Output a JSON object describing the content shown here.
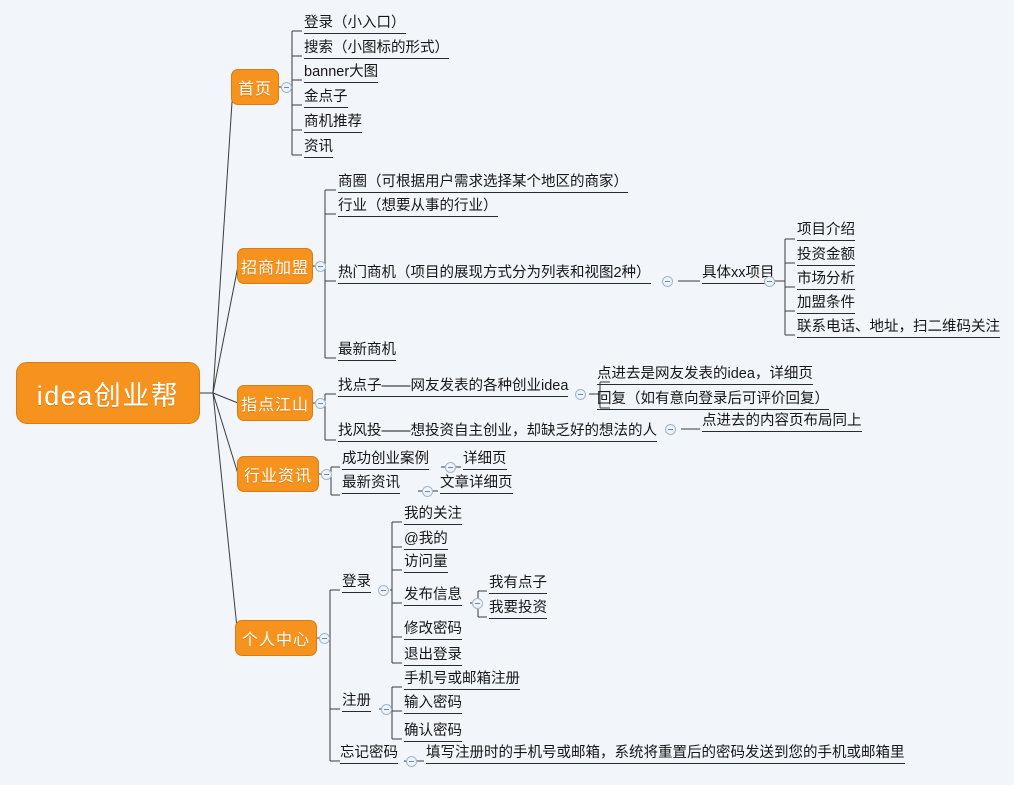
{
  "diagram": {
    "type": "mindmap",
    "title": "idea创业帮",
    "background_color": "#f2f5f9",
    "node_color": "#f5931e",
    "node_border_color": "#d97d12",
    "node_text_color": "#ffffff",
    "leaf_text_color": "#161616",
    "connector_color": "#3c3c3c",
    "toggle_color": "#9fb6cf"
  },
  "root": {
    "label": "idea创业帮"
  },
  "branches": {
    "b1": {
      "label": "首页"
    },
    "b2": {
      "label": "招商加盟"
    },
    "b3": {
      "label": "指点江山"
    },
    "b4": {
      "label": "行业资讯"
    },
    "b5": {
      "label": "个人中心"
    }
  },
  "home_items": [
    {
      "label": "登录（小入口）"
    },
    {
      "label": "搜索（小图标的形式）"
    },
    {
      "label": "banner大图"
    },
    {
      "label": "金点子"
    },
    {
      "label": "商机推荐"
    },
    {
      "label": "资讯"
    }
  ],
  "join_items": [
    {
      "label": "商圈（可根据用户需求选择某个地区的商家）"
    },
    {
      "label": "行业（想要从事的行业）"
    },
    {
      "label": "热门商机（项目的展现方式分为列表和视图2种）"
    },
    {
      "label": "最新商机"
    }
  ],
  "hot_project": {
    "label": "具体xx项目"
  },
  "project_details": [
    {
      "label": "项目介绍"
    },
    {
      "label": "投资金额"
    },
    {
      "label": "市场分析"
    },
    {
      "label": "加盟条件"
    },
    {
      "label": "联系电话、地址，扫二维码关注"
    }
  ],
  "advice_items": [
    {
      "label": "找点子——网友发表的各种创业idea"
    },
    {
      "label": "找风投——想投资自主创业，却缺乏好的想法的人"
    }
  ],
  "advice_sub_idea": [
    {
      "label": "点进去是网友发表的idea，详细页"
    },
    {
      "label": "回复（如有意向登录后可评价回复）"
    }
  ],
  "advice_sub_vc": {
    "label": "点进去的内容页布局同上"
  },
  "news_items": [
    {
      "label": "成功创业案例",
      "child": "详细页"
    },
    {
      "label": "最新资讯",
      "child": "文章详细页"
    }
  ],
  "user_center": {
    "login": {
      "label": "登录"
    },
    "register": {
      "label": "注册"
    },
    "forgot": {
      "label": "忘记密码",
      "detail": "填写注册时的手机号或邮箱，系统将重置后的密码发送到您的手机或邮箱里"
    }
  },
  "login_items": [
    {
      "label": "我的关注"
    },
    {
      "label": "@我的"
    },
    {
      "label": "访问量"
    },
    {
      "label": "发布信息"
    },
    {
      "label": "修改密码"
    },
    {
      "label": "退出登录"
    }
  ],
  "publish_items": [
    {
      "label": "我有点子"
    },
    {
      "label": "我要投资"
    }
  ],
  "register_items": [
    {
      "label": "手机号或邮箱注册"
    },
    {
      "label": "输入密码"
    },
    {
      "label": "确认密码"
    }
  ]
}
